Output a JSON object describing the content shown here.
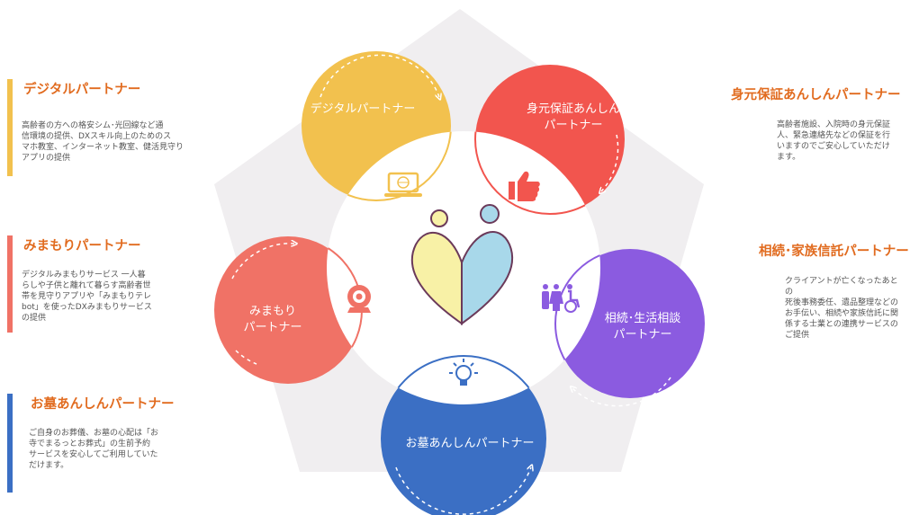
{
  "left_items": [
    {
      "title": "デジタルパートナー",
      "lines": [
        "高齢者の方への格安シム･光回線など通",
        "信環境の提供、DXスキル向上のためのス",
        "マホ教室、インターネット教室、健活見守り",
        "アプリの提供"
      ],
      "color": "#f2c14e"
    },
    {
      "title": "みまもりパートナー",
      "lines": [
        "デジタルみまもりサービス 一人暮",
        "らしや子供と離れて暮らす高齢者世",
        "帯を見守りアプリや「みまもりテレ",
        "bot」を使ったDXみまもりサービス",
        "の提供"
      ],
      "color": "#f07266"
    },
    {
      "title": "お墓あんしんパートナー",
      "lines": [
        "ご自身のお葬儀、お墓の心配は「お",
        "寺でまるっとお葬式」の生前予約",
        "サービスを安心してご利用していた",
        "だけます。"
      ],
      "color": "#3b6fc4"
    }
  ],
  "right_items": [
    {
      "title": "身元保証あんしんパートナー",
      "lines": [
        "高齢者施設、入院時の身元保証",
        "人、緊急連絡先などの保証を行",
        "いますのでご安心していただけ",
        "ます。"
      ]
    },
    {
      "title": "相続･家族信託パートナー",
      "lines": [
        "クライアントが亡くなったあとの",
        "死後事務委任、遺品整理などの",
        "お手伝い、相続や家族信託に関",
        "係する士業との連携サービスの",
        "ご提供"
      ]
    }
  ],
  "petals": [
    {
      "name": "digital",
      "lines": [
        "デジタルパートナー"
      ],
      "color": "#f2c14e",
      "icon": "laptop-icon"
    },
    {
      "name": "mimoto",
      "lines": [
        "身元保証あんしん",
        "パートナー"
      ],
      "color": "#f2554e",
      "icon": "thumbs-up-icon"
    },
    {
      "name": "souzoku",
      "lines": [
        "相続･生活相談",
        "パートナー"
      ],
      "color": "#8b5be0",
      "icon": "family-icon"
    },
    {
      "name": "ohaka",
      "lines": [
        "お墓あんしんパートナー"
      ],
      "color": "#3b6fc4",
      "icon": "lightbulb-icon"
    },
    {
      "name": "mimamori",
      "lines": [
        "みまもり",
        "パートナー"
      ],
      "color": "#f07266",
      "icon": "webcam-icon"
    }
  ],
  "center": {
    "icon": "heart-people-icon",
    "left_color": "#f8f1a6",
    "right_color": "#a8d8ea"
  },
  "pentagon_color": "#f0eef0"
}
